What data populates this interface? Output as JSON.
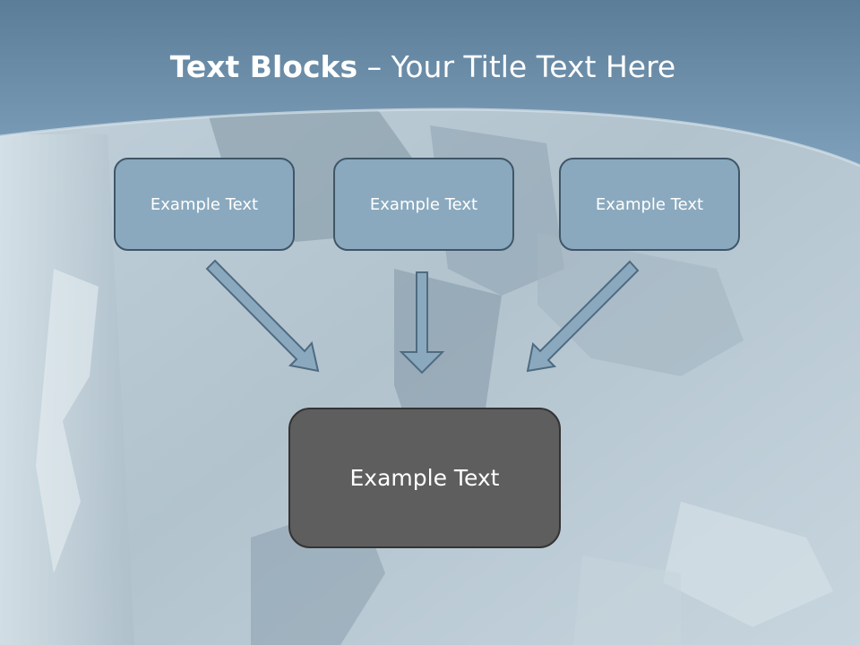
{
  "slide": {
    "title_bold": "Text Blocks",
    "title_dash": " – ",
    "title_rest": "Your Title Text Here",
    "boxes": [
      {
        "label": "Example Text"
      },
      {
        "label": "Example Text"
      },
      {
        "label": "Example Text"
      }
    ],
    "result_box": {
      "label": "Example Text"
    }
  },
  "colors": {
    "header": "#5b83a3",
    "box_fill": "#8aa9be",
    "box_border": "#3f5668",
    "result_fill": "#5e5e5e",
    "result_border": "#343434",
    "arrow_fill": "#8aa9be",
    "arrow_border": "#4f6b80"
  }
}
